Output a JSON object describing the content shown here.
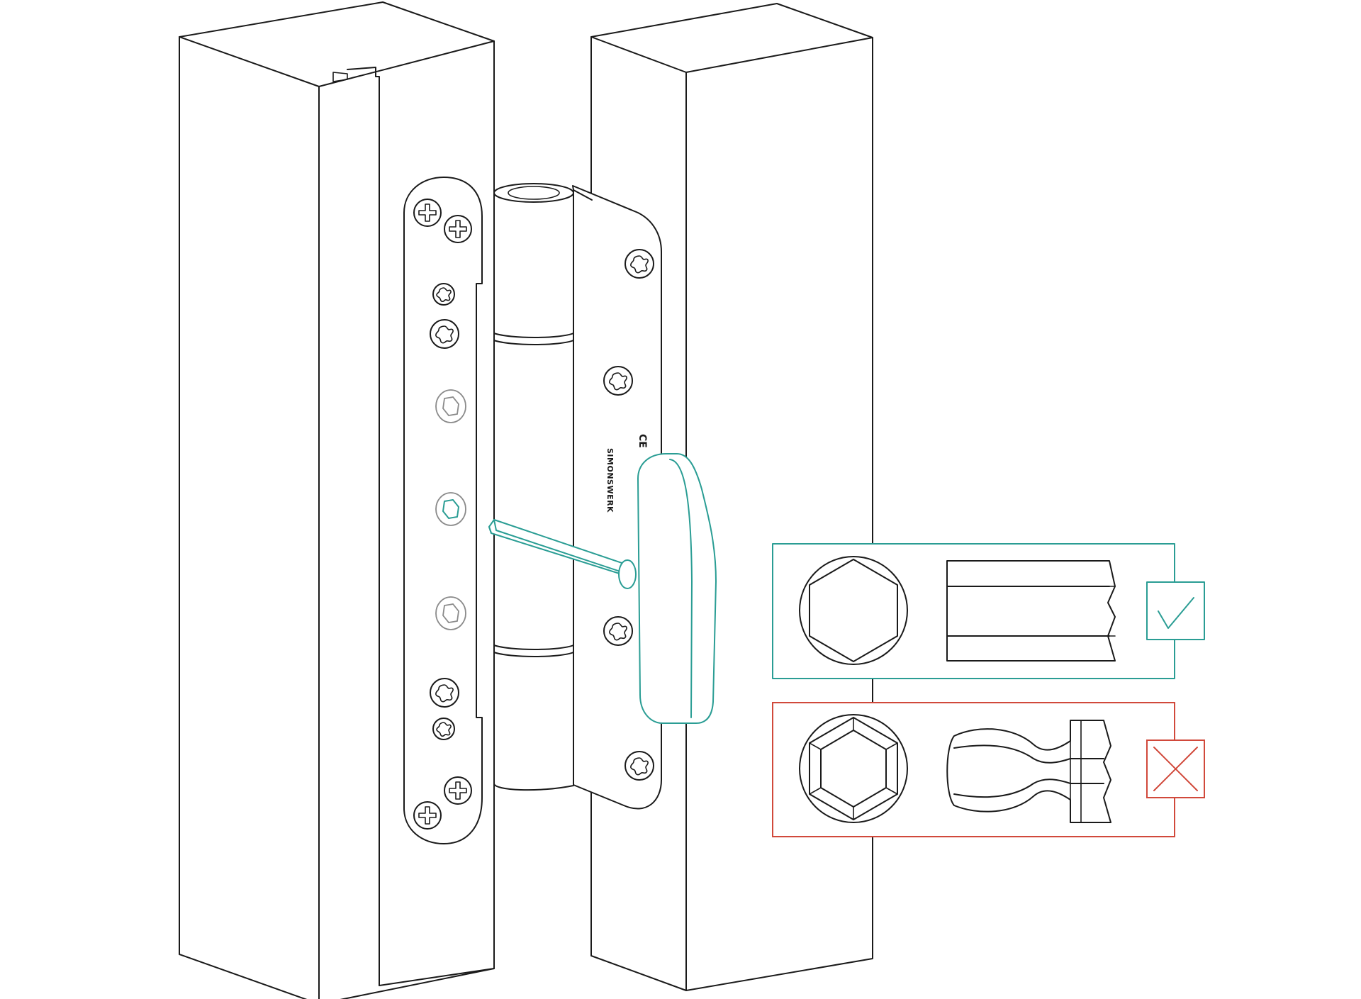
{
  "hinge": {
    "brand_text": "SIMONSWERK",
    "ce_mark": "CE"
  },
  "icons": {
    "phillips": "phillips-screw-icon",
    "torx": "torx-screw-icon",
    "hex_socket": "hex-socket-screw-icon",
    "key": "hex-key-icon",
    "check": "checkmark-icon",
    "cross": "cross-icon"
  },
  "panels": {
    "correct": {
      "meaning": "correct-tool",
      "mark": "check"
    },
    "incorrect": {
      "meaning": "incorrect-tool",
      "mark": "cross"
    }
  },
  "colors": {
    "correct": "#2a9d94",
    "incorrect": "#d1493b",
    "line": "#1a1a1a"
  }
}
